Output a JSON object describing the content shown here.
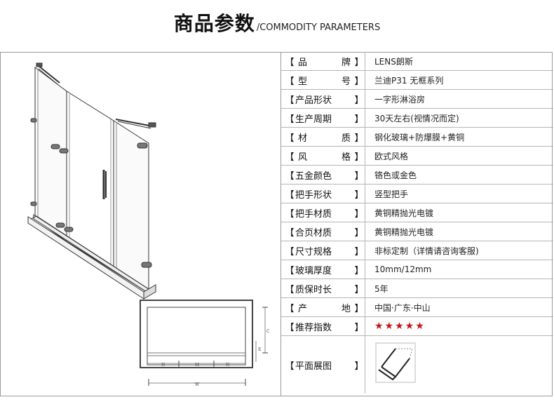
{
  "header": {
    "title": "商品参数",
    "subtitle": "/COMMODITY PARAMETERS"
  },
  "specs": [
    {
      "label": "品牌",
      "value": "LENS朗斯"
    },
    {
      "label": "型号",
      "value": "兰迪P31 无框系列"
    },
    {
      "label": "产品形状",
      "value": "一字形淋浴房"
    },
    {
      "label": "生产周期",
      "value": "30天左右(视情况而定)"
    },
    {
      "label": "材质",
      "value": "钢化玻璃+防爆膜+黄铜"
    },
    {
      "label": "风格",
      "value": "欧式风格"
    },
    {
      "label": "五金颜色",
      "value": "铬色或金色"
    },
    {
      "label": "把手形状",
      "value": "竖型把手"
    },
    {
      "label": "把手材质",
      "value": "黄铜精抛光电镀"
    },
    {
      "label": "合页材质",
      "value": "黄铜精抛光电镀"
    },
    {
      "label": "尺寸规格",
      "value": "非标定制（详情请咨询客服)"
    },
    {
      "label": "玻璃厚度",
      "value": "10mm/12mm"
    },
    {
      "label": "质保时长",
      "value": "5年"
    },
    {
      "label": "产地",
      "value": "中国·广东·中山"
    },
    {
      "label": "推荐指数",
      "value": "★★★★★"
    }
  ],
  "plan": {
    "label": "平面展图"
  },
  "drawing": {
    "dim_labels": [
      "N",
      "M",
      "N",
      "W",
      "C",
      "E"
    ]
  },
  "colors": {
    "star": "#c01818",
    "border": "#9a9a9a"
  }
}
